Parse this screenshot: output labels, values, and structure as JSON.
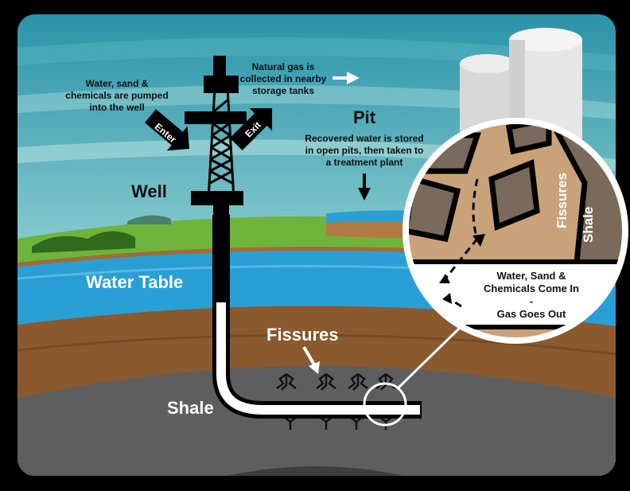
{
  "labels": {
    "input_line1": "Water, sand &",
    "input_line2": "chemicals are pumped",
    "input_line3": "into the well",
    "enter": "Enter",
    "exit": "Exit",
    "gas_line1": "Natural gas is",
    "gas_line2": "collected in nearby",
    "gas_line3": "storage tanks",
    "pit": "Pit",
    "pit_line1": "Recovered water is stored",
    "pit_line2": "in open pits, then taken to",
    "pit_line3": "a treatment plant",
    "well": "Well",
    "water_table": "Water Table",
    "fissures": "Fissures",
    "shale": "Shale"
  },
  "inset": {
    "fissures": "Fissures",
    "shale": "Shale",
    "line1": "Water, Sand &",
    "line2": "Chemicals Come In",
    "line3": "-",
    "line4": "Gas Goes Out"
  },
  "colors": {
    "sky_top": "#2a93a8",
    "sky_bottom": "#d9f0ee",
    "grass": "#6fb43a",
    "water_table": "#2a9fd6",
    "soil": "#8a5a2e",
    "shale": "#5e5e5e",
    "inset_tan": "#c9a27a",
    "inset_shale": "#7a6a5c"
  }
}
